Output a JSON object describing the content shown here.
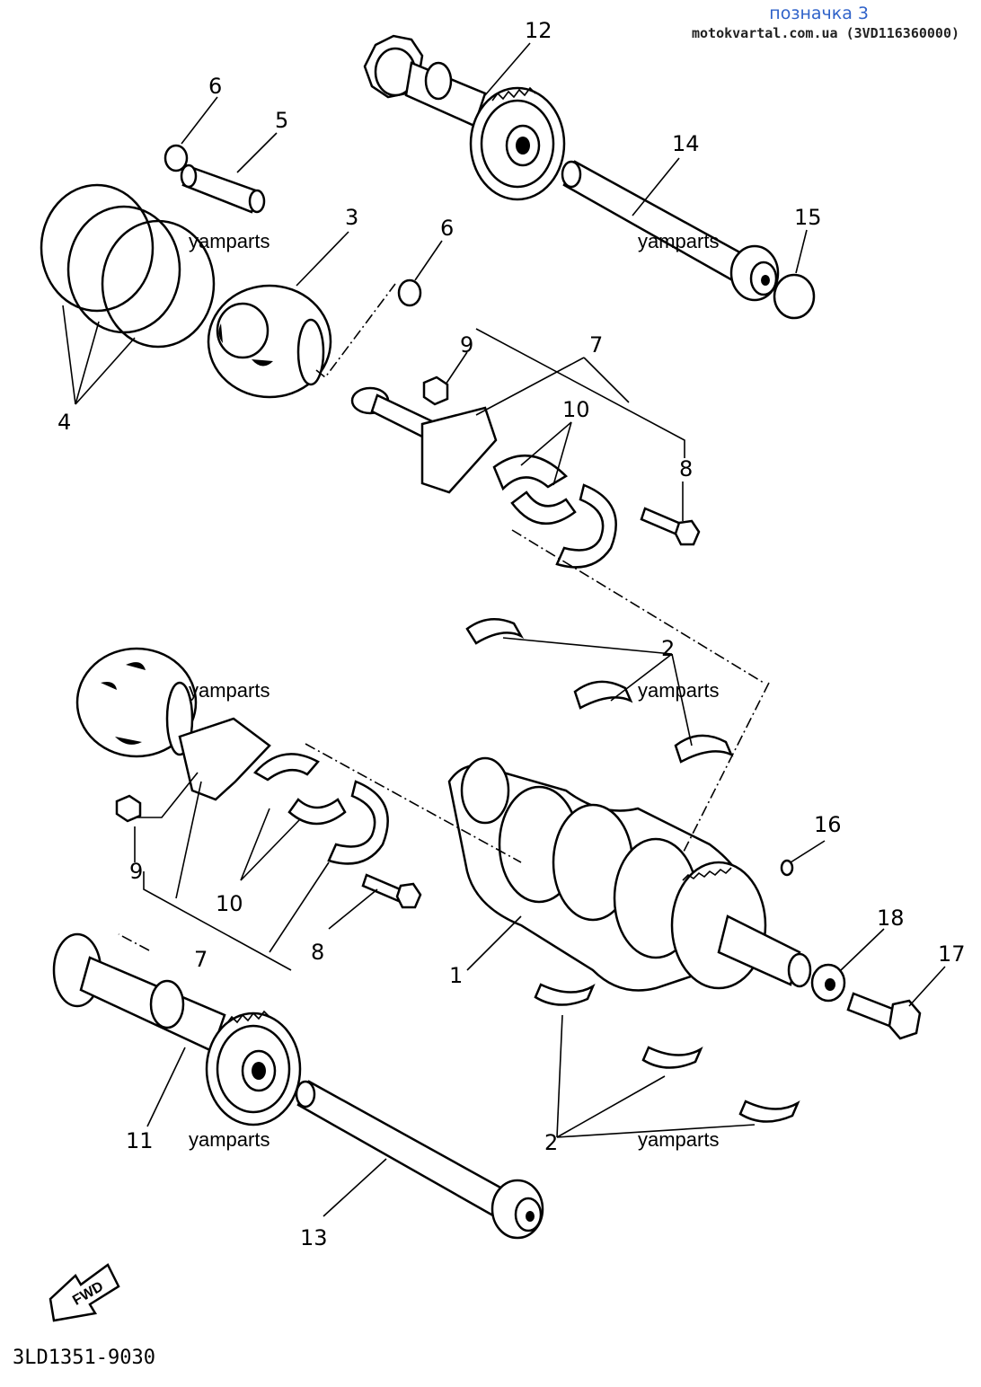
{
  "header": {
    "title": "позначка 3",
    "subtitle": "motokvartal.com.ua (3VD116360000)"
  },
  "watermarks": [
    "yamparts",
    "yamparts",
    "yamparts",
    "yamparts",
    "yamparts",
    "yamparts"
  ],
  "part_numbers": {
    "p1": "1",
    "p2": "2",
    "p3": "3",
    "p4": "4",
    "p5": "5",
    "p6": "6",
    "p7": "7",
    "p8": "8",
    "p9": "9",
    "p10": "10",
    "p11": "11",
    "p12": "12",
    "p13": "13",
    "p14": "14",
    "p15": "15",
    "p16": "16",
    "p17": "17",
    "p18": "18"
  },
  "fwd_label": "FWD",
  "diagram_code": "3LD1351-9030"
}
